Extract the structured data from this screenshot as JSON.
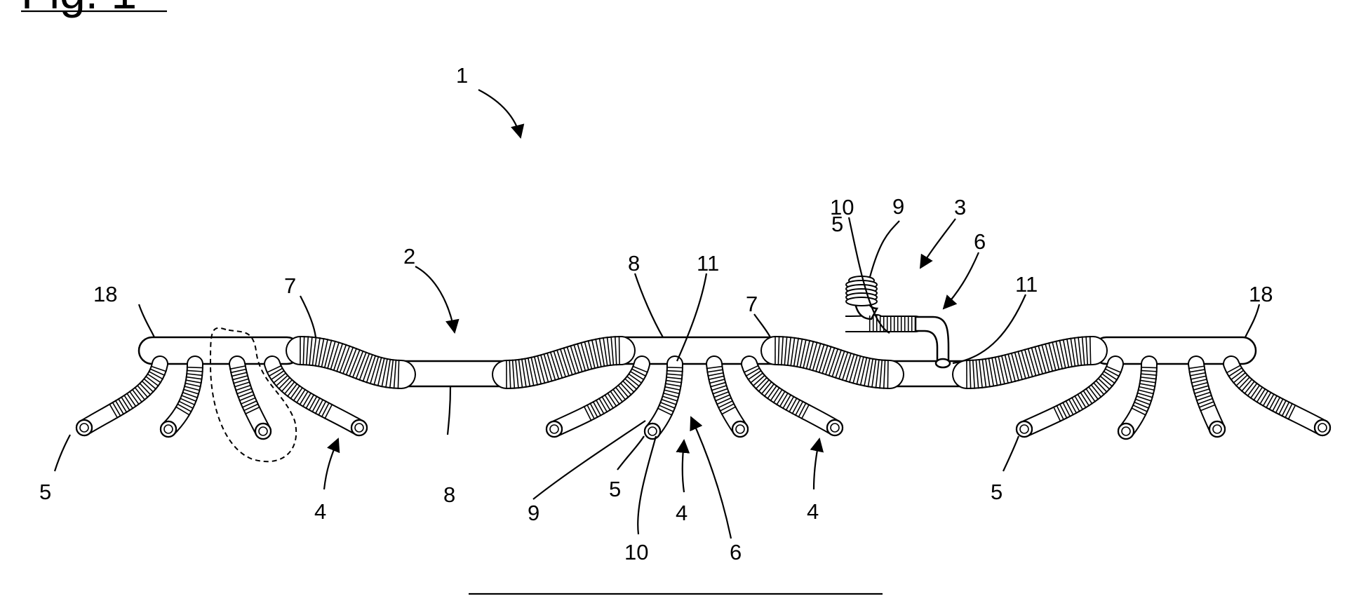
{
  "figure": {
    "title": "Fig. 1",
    "colors": {
      "line": "#000000",
      "background": "#ffffff"
    }
  },
  "labels": {
    "assembly": "1",
    "main_line": "2",
    "branch_top": "3",
    "connector_left": "18",
    "connector_right": "18",
    "left_corrugated": "7",
    "center_tube_upper": "8",
    "center_tube_lower": "8",
    "center_corrugated": "7",
    "junction_center": "11",
    "junction_right": "11",
    "branch_10": "10",
    "branch_5": "5",
    "branch_9": "9",
    "branch_6": "6",
    "left_branch_5": "5",
    "left_branch_4": "4",
    "center_9": "9",
    "center_5": "5",
    "center_10": "10",
    "center_4": "4",
    "center_6": "6",
    "right_center_4": "4",
    "right_branch_5": "5"
  }
}
